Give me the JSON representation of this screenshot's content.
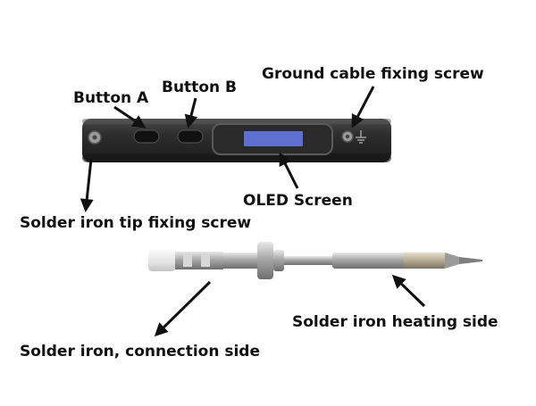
{
  "labels": {
    "ground_cable_fixing_screw": "Ground cable fixing screw",
    "button_a": "Button A",
    "button_b": "Button B",
    "oled_screen": "OLED Screen",
    "tip_fixing_screw": "Solder iron tip fixing screw",
    "heating_side": "Solder iron heating side",
    "connection_side": "Solder iron, connection side"
  },
  "colors": {
    "body": "#2b2b2b",
    "label": "#111111",
    "arrow": "#111111",
    "screen": "#5f6fd0",
    "metal": "#b9b9b9",
    "ceramic": "#ececec"
  }
}
